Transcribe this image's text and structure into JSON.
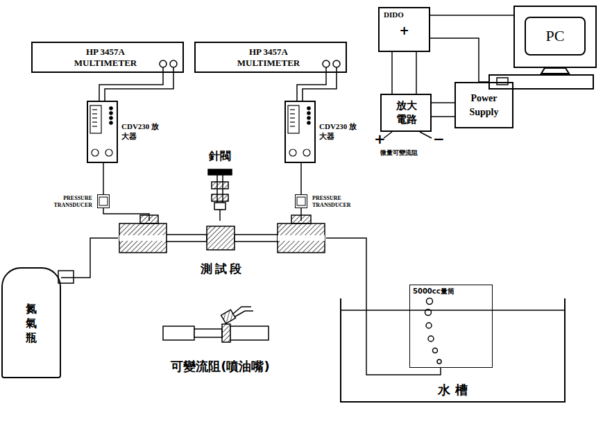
{
  "diagram": {
    "nodes": [
      {
        "text": [
          "HP 3457A MULTIMETER"
        ]
      },
      {
        "text": [
          "HP 3457A MULTIMETER"
        ]
      },
      {
        "text": [
          "CDV230 放大器"
        ]
      },
      {
        "text": [
          "CDV230 放大器"
        ]
      },
      {
        "text": [
          "PRESSURE TRANSDUCER"
        ]
      },
      {
        "text": [
          "PRESSURE TRANSDUCER"
        ]
      },
      {
        "text": [
          "針閥"
        ]
      },
      {
        "text": [
          "測試段"
        ]
      },
      {
        "text": [
          "氮氣瓶"
        ]
      },
      {
        "text": [
          "水 槽"
        ]
      },
      {
        "text": [
          "5000cc量筒"
        ],
        "in": 9
      },
      {
        "text": [
          "DIDO",
          "+"
        ]
      },
      {
        "text": [
          "PC"
        ]
      },
      {
        "text": [
          "放大 電路"
        ]
      },
      {
        "text": [
          "Power Supply"
        ]
      },
      {
        "text": [
          "可變流阻(噴油嘴)"
        ]
      }
    ],
    "edges": [
      {
        "from": 0,
        "to": 2,
        "arrow": "none"
      },
      {
        "from": 1,
        "to": 3,
        "arrow": "none"
      },
      {
        "from": 2,
        "to": 4,
        "arrow": "none"
      },
      {
        "from": 3,
        "to": 5,
        "arrow": "none"
      },
      {
        "from": 4,
        "to": 7,
        "arrow": "none"
      },
      {
        "from": 5,
        "to": 7,
        "arrow": "none"
      },
      {
        "from": 6,
        "to": 7,
        "arrow": "none"
      },
      {
        "from": 8,
        "to": 7,
        "arrow": "none"
      },
      {
        "from": 7,
        "to": 10,
        "arrow": "none"
      },
      {
        "from": 11,
        "to": 12,
        "arrow": "none"
      },
      {
        "from": 11,
        "to": 13,
        "arrow": "none"
      },
      {
        "from": 14,
        "to": 13,
        "arrow": "none"
      }
    ],
    "labels": [
      "+",
      "−",
      "微量可變流阻"
    ]
  }
}
